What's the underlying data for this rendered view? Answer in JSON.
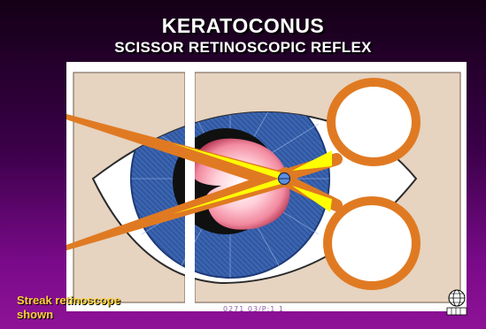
{
  "slide": {
    "title": "KERATOCONUS",
    "subtitle": "SCISSOR RETINOSCOPIC REFLEX",
    "caption": "Streak retinoscope shown",
    "watermark": "0271 03/P:1 1",
    "logo": {
      "label": "logo"
    }
  },
  "colors": {
    "background_top": "#140016",
    "background_bottom": "#8e1296",
    "title": "#ffffff",
    "caption": "#ffd23a",
    "iris_blue": "#3a64b0",
    "scissor_orange": "#e07a22",
    "scissor_yellow": "#ffff00",
    "skin_beige": "#e6d3c0"
  },
  "icons": [
    "eye-illustration",
    "scissors-icon",
    "globe-logo-icon"
  ]
}
